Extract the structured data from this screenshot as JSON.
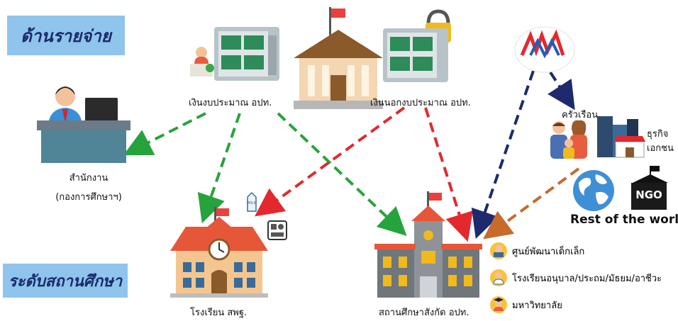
{
  "sections": {
    "expenditure": "ด้านรายจ่าย",
    "school_level": "ระดับสถานศึกษา"
  },
  "sources": {
    "budget": "เงินงบประมาณ อปท.",
    "non_budget": "เงินนอกงบประมาณ อปท.",
    "household": "ครัวเรือน",
    "business": [
      "ธุรกิจ",
      "เอกชน"
    ],
    "ngo": "NGO",
    "rest_of_world": "Rest of the world"
  },
  "recipients": {
    "office": [
      "สำนักงาน",
      "(กองการศึกษาฯ)"
    ],
    "obec_school": "โรงเรียน สพฐ.",
    "lao_school": "สถานศึกษาสังกัด อปท."
  },
  "lao_levels": [
    "ศูนย์พัฒนาเด็กเล็ก",
    "โรงเรียนอนุบาล/ประถม/มัธยม/อาชีวะ",
    "มหาวิทยาลัย"
  ],
  "milk_label": "MILK",
  "colors": {
    "label_bg": "#8fc4ec",
    "label_text": "#1a2a6c",
    "arrow_green": "#27a33d",
    "arrow_red": "#e3292e",
    "arrow_navy": "#1d2a6e",
    "arrow_brown": "#c76a2a"
  }
}
